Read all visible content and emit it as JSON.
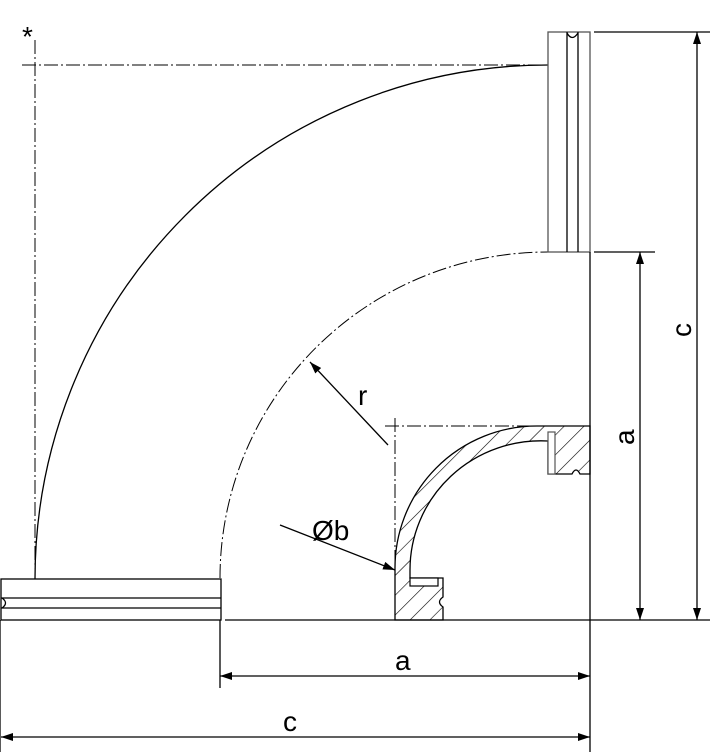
{
  "labels": {
    "marker": "*",
    "radius": "r",
    "diameter": "Øb",
    "dim_a_horizontal": "a",
    "dim_c_horizontal": "c",
    "dim_a_vertical": "a",
    "dim_c_vertical": "c"
  }
}
